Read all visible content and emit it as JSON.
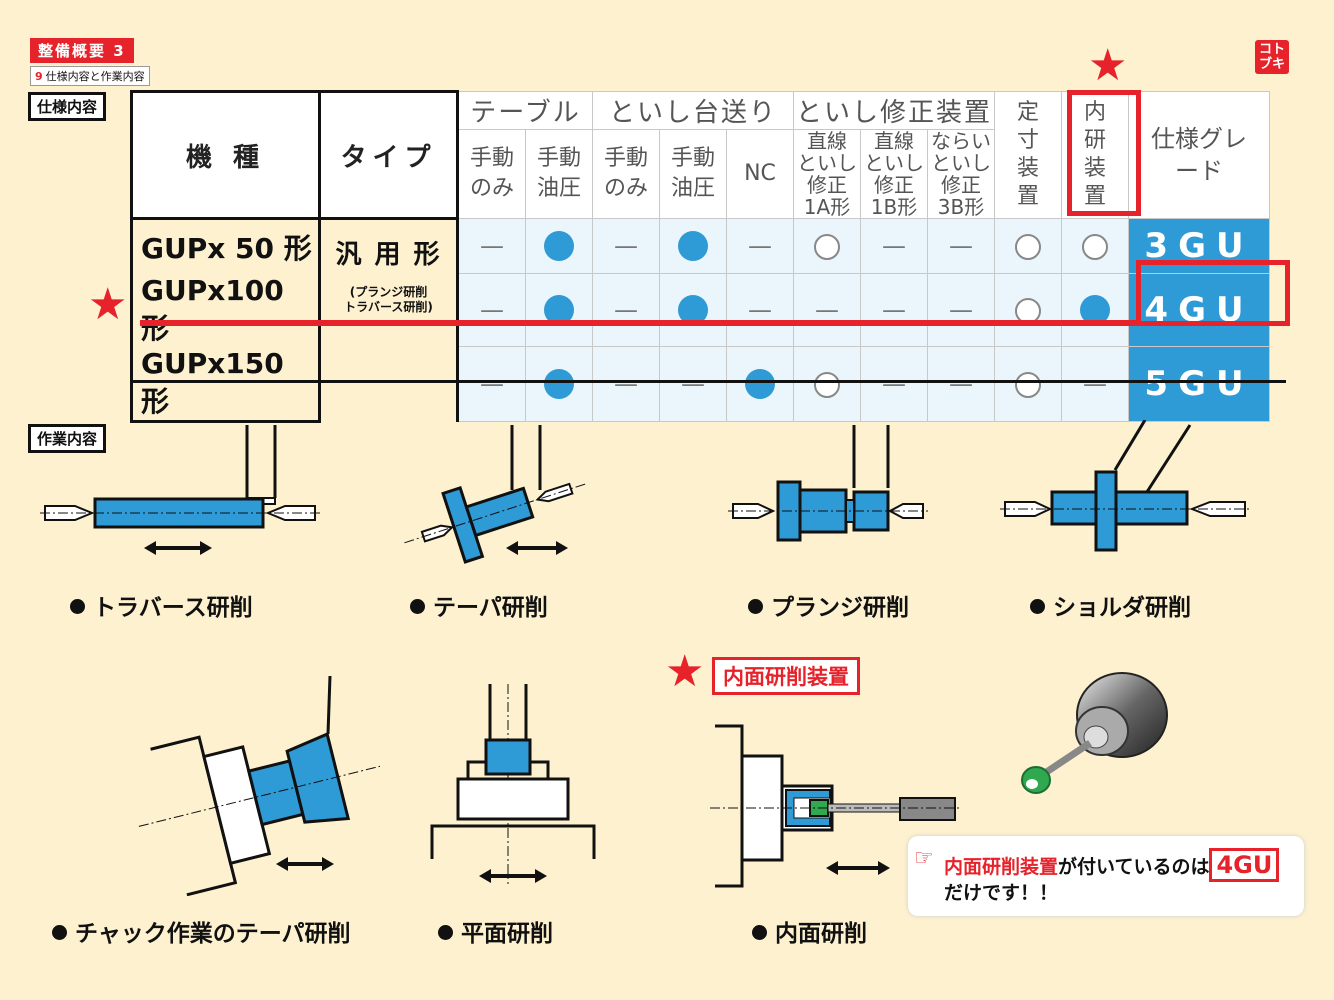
{
  "header": {
    "tag": "整備概要 3",
    "sub_num": "9",
    "sub_text": "仕様内容と作業内容",
    "section1": "仕様内容",
    "section2": "作業内容",
    "logo": "コトブキ"
  },
  "table": {
    "col_model": "機 種",
    "col_type": "タイプ",
    "group_table": "テーブル",
    "group_feed": "といし台送り",
    "group_dress": "といし修正装置",
    "col_sizing": "定寸装置",
    "col_internal": "内研装置",
    "col_grade": "仕様グレード",
    "sub_cols": [
      "手動のみ",
      "手動油圧",
      "手動のみ",
      "手動油圧",
      "NC",
      "直線 といし修正 1A形",
      "直線 といし修正 1B形",
      "ならい といし修正 3B形"
    ],
    "type_main": "汎 用 形",
    "type_sub1": "プランジ研削",
    "type_sub2": "トラバース研削",
    "rows": [
      {
        "model": "GUPx 50 形",
        "cells": [
          "dash",
          "dot",
          "dash",
          "dot",
          "dash",
          "circ",
          "dash",
          "dash",
          "circ",
          "circ"
        ],
        "grade": "3GU"
      },
      {
        "model": "GUPx100 形",
        "cells": [
          "dash",
          "dot",
          "dash",
          "dot",
          "dash",
          "dash",
          "dash",
          "dash",
          "circ",
          "dot"
        ],
        "grade": "4GU"
      },
      {
        "model": "GUPx150 形",
        "cells": [
          "dash",
          "dot",
          "dash",
          "dash",
          "dot",
          "circ",
          "dash",
          "dash",
          "circ",
          "dash"
        ],
        "grade": "5GU"
      }
    ],
    "dash_symbol": "—",
    "star_symbol": "★"
  },
  "captions": {
    "traverse": "トラバース研削",
    "taper": "テーパ研削",
    "plunge": "プランジ研削",
    "shoulder": "ショルダ研削",
    "chuck_taper": "チャック作業のテーパ研削",
    "surface": "平面研削",
    "internal": "内面研削"
  },
  "internal_device_title": "内面研削装置",
  "callout": {
    "part1": "内面研削装置",
    "part2": "が付いているのは",
    "badge": "4GU",
    "part3": "だけです！！"
  },
  "colors": {
    "background": "#fdf1cf",
    "accent_blue": "#2e9ad6",
    "accent_red": "#e6222a",
    "green": "#2fa84f"
  }
}
